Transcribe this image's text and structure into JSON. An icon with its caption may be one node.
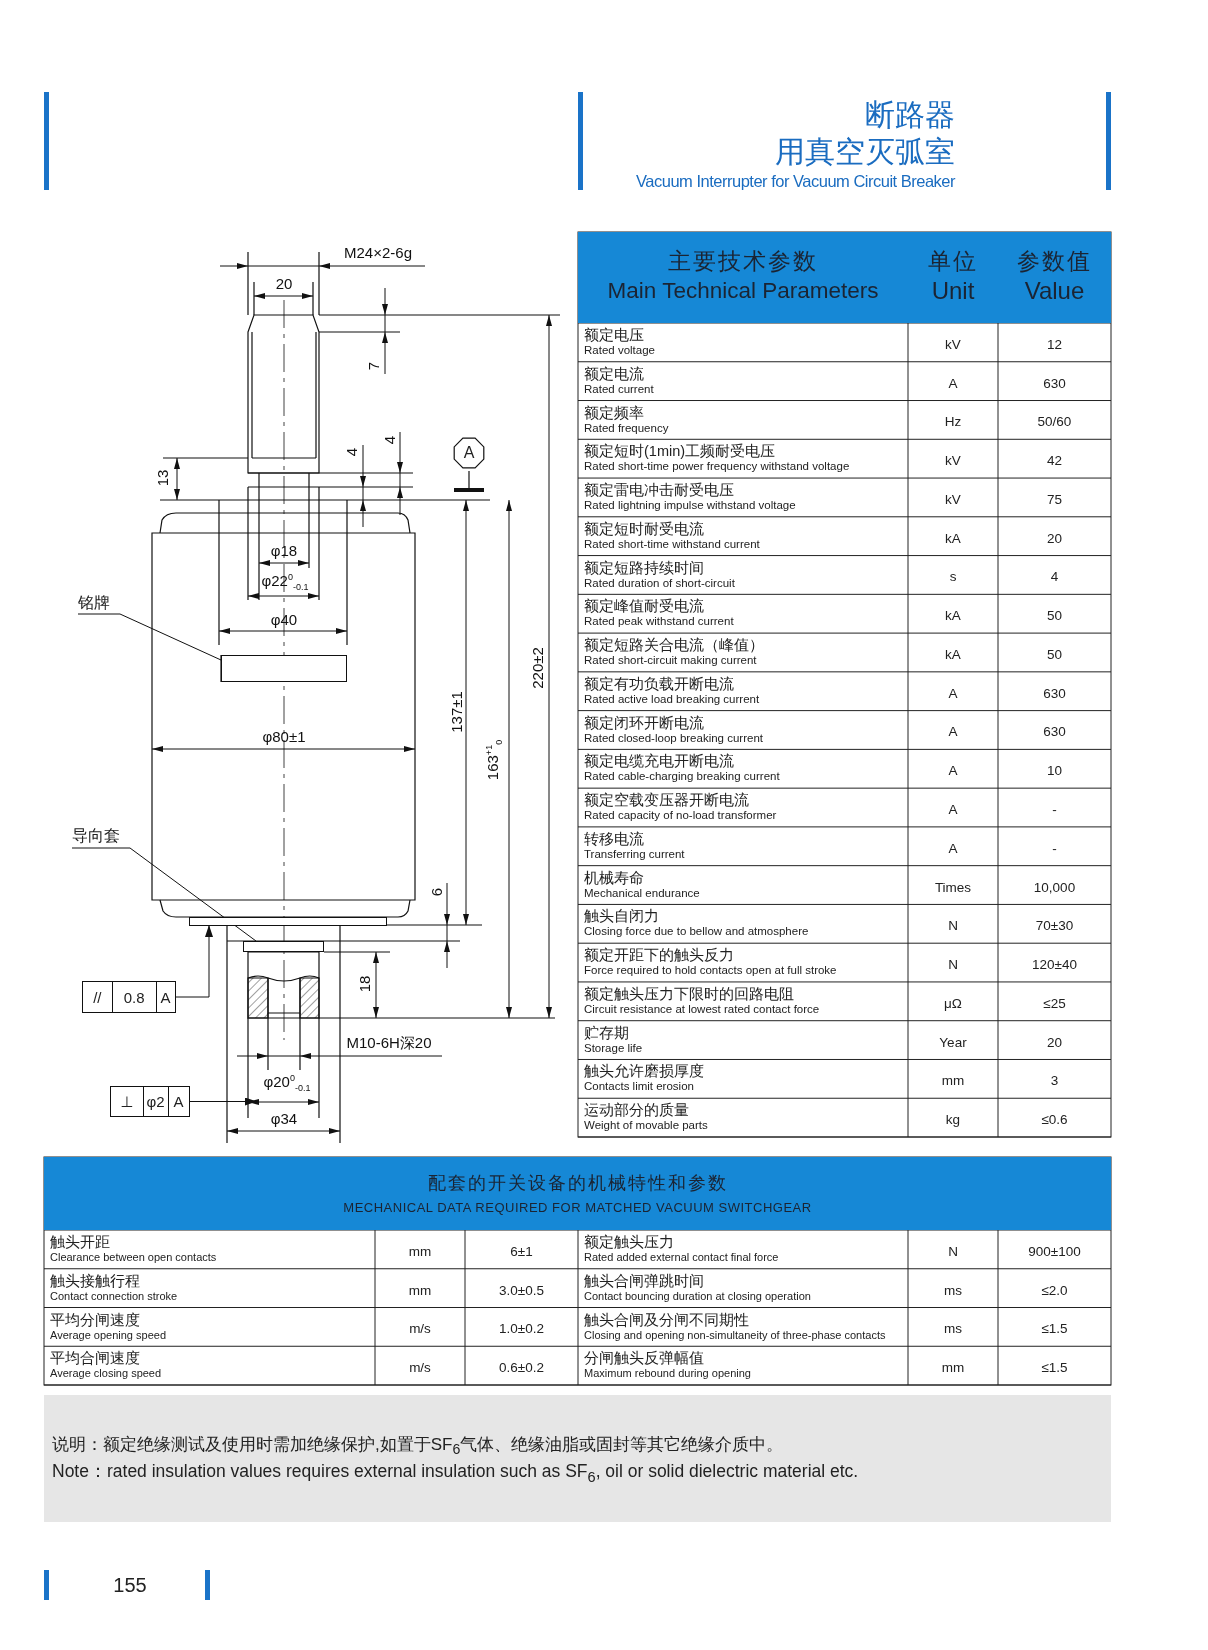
{
  "diagram": {
    "title": "断路器用真空灭弧室",
    "nodes": [
      {
        "text": [
          "铭牌"
        ]
      },
      {
        "text": [],
        "shape": "box"
      },
      {
        "text": [
          "导向套"
        ]
      },
      {
        "text": [],
        "shape": "box"
      },
      {
        "text": [],
        "shape": "box"
      },
      {
        "text": [
          "//",
          "0.8",
          "A"
        ]
      },
      {
        "text": [
          "⊥",
          "φ2",
          "A"
        ]
      },
      {
        "text": [
          "A"
        ]
      },
      {
        "text": [
          "φ20$^{0}$$_{-0.1}$"
        ]
      }
    ],
    "edges": [
      {
        "from": 0,
        "to": 1,
        "arrow": "none"
      },
      {
        "from": 2,
        "to": 4,
        "arrow": "none"
      },
      {
        "from": 5,
        "to": 3,
        "arrow": "to"
      },
      {
        "from": 6,
        "to": 8,
        "arrow": "to"
      }
    ],
    "labels": [
      "M24×2-6g",
      "20",
      "7",
      "4",
      "4",
      "13",
      "φ18",
      "φ22$^{0}$$_{-0.1}$",
      "φ40",
      "220±2",
      "137±1",
      "φ80±1",
      "163$^{+1}$$_{0}$",
      "6",
      "18",
      "M10-6H深20",
      "φ34",
      "Vacuum Interrupter for Vacuum Circuit Breaker",
      "主要技术参数",
      "Main Technical Parameters",
      "单位",
      "Unit",
      "参数值",
      "Value",
      "额定电压",
      "Rated voltage",
      "kV",
      "12",
      "额定电流",
      "Rated current",
      "A",
      "630",
      "额定频率",
      "Rated frequency",
      "Hz",
      "50/60",
      "额定短时(1min)工频耐受电压",
      "Rated short-time power frequency withstand voltage",
      "kV",
      "42",
      "额定雷电冲击耐受电压",
      "Rated lightning impulse withstand voltage",
      "kV",
      "75",
      "额定短时耐受电流",
      "Rated short-time withstand current",
      "kA",
      "20",
      "额定短路持续时间",
      "Rated duration of short-circuit",
      "s",
      "4",
      "额定峰值耐受电流",
      "Rated peak withstand current",
      "kA",
      "50",
      "额定短路关合电流（峰值）",
      "Rated short-circuit making current",
      "kA",
      "50",
      "额定有功负载开断电流",
      "Rated active load breaking current",
      "A",
      "630",
      "额定闭环开断电流",
      "Rated closed-loop breaking current",
      "A",
      "630",
      "额定电缆充电开断电流",
      "Rated cable-charging breaking current",
      "A",
      "10",
      "额定空载变压器开断电流",
      "Rated capacity of no-load transformer",
      "A",
      "-",
      "转移电流",
      "Transferring current",
      "A",
      "-",
      "机械寿命",
      "Mechanical endurance",
      "Times",
      "10,000",
      "触头自闭力",
      "Closing force due to bellow and atmosphere",
      "N",
      "70±30",
      "额定开距下的触头反力",
      "Force required to hold contacts open at full stroke",
      "N",
      "120±40",
      "额定触头压力下限时的回路电阻",
      "Circuit resistance at lowest rated contact force",
      "μΩ",
      "≤25",
      "贮存期",
      "Storage life",
      "Year",
      "20",
      "触头允许磨损厚度",
      "Contacts limit erosion",
      "mm",
      "3",
      "运动部分的质量",
      "Weight of movable parts",
      "kg",
      "≤0.6",
      "配套的开关设备的机械特性和参数",
      "MECHANICAL DATA REQUIRED FOR MATCHED VACUUM SWITCHGEAR",
      "触头开距",
      "Clearance between open contacts",
      "mm",
      "6±1",
      "额定触头压力",
      "Rated added external contact final force",
      "N",
      "900±100",
      "触头接触行程",
      "Contact connection stroke",
      "mm",
      "3.0±0.5",
      "触头合闸弹跳时间",
      "Contact bouncing duration at closing operation",
      "ms",
      "≤2.0",
      "平均分闸速度",
      "Average opening speed",
      "m/s",
      "1.0±0.2",
      "触头合闸及分闸不同期性",
      "Closing and opening non-simultaneity of three-phase contacts",
      "ms",
      "≤1.5",
      "平均合闸速度",
      "Average closing speed",
      "m/s",
      "0.6±0.2",
      "分闸触头反弹幅值",
      "Maximum rebound during opening",
      "mm",
      "≤1.5",
      "说明：额定绝缘测试及使用时需加绝缘保护,如置于SF$_{6}$气体、绝缘油脂或固封等其它绝缘介质中。",
      "Note：rated insulation values requires external insulation such as SF$_{6}$, oil or solid dielectric material etc.",
      "155"
    ]
  }
}
